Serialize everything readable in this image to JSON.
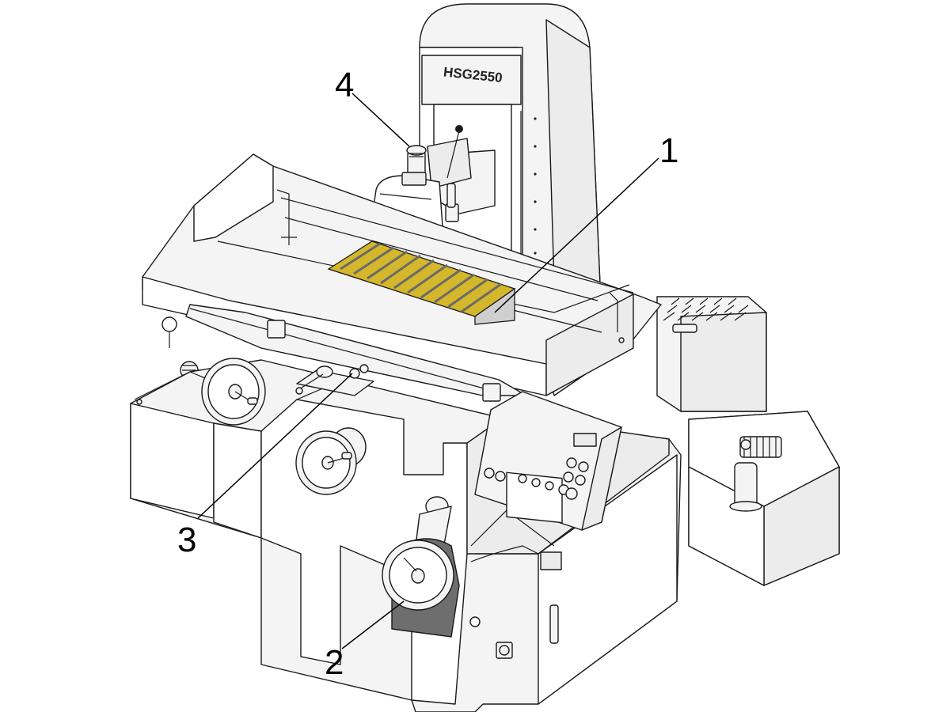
{
  "machine": {
    "model_label": "HSG2550"
  },
  "control_panel": {
    "label_left": "",
    "label_right": ""
  },
  "callouts": [
    {
      "id": "1",
      "label": "1"
    },
    {
      "id": "2",
      "label": "2"
    },
    {
      "id": "3",
      "label": "3"
    },
    {
      "id": "4",
      "label": "4"
    }
  ],
  "colors": {
    "chuck_stripe": "#d4b72a",
    "chuck_body": "#cfcfcf",
    "wheel_guard": "#6e6e6e",
    "line": "#1a1a1a",
    "fill": "#f3f3f3"
  }
}
